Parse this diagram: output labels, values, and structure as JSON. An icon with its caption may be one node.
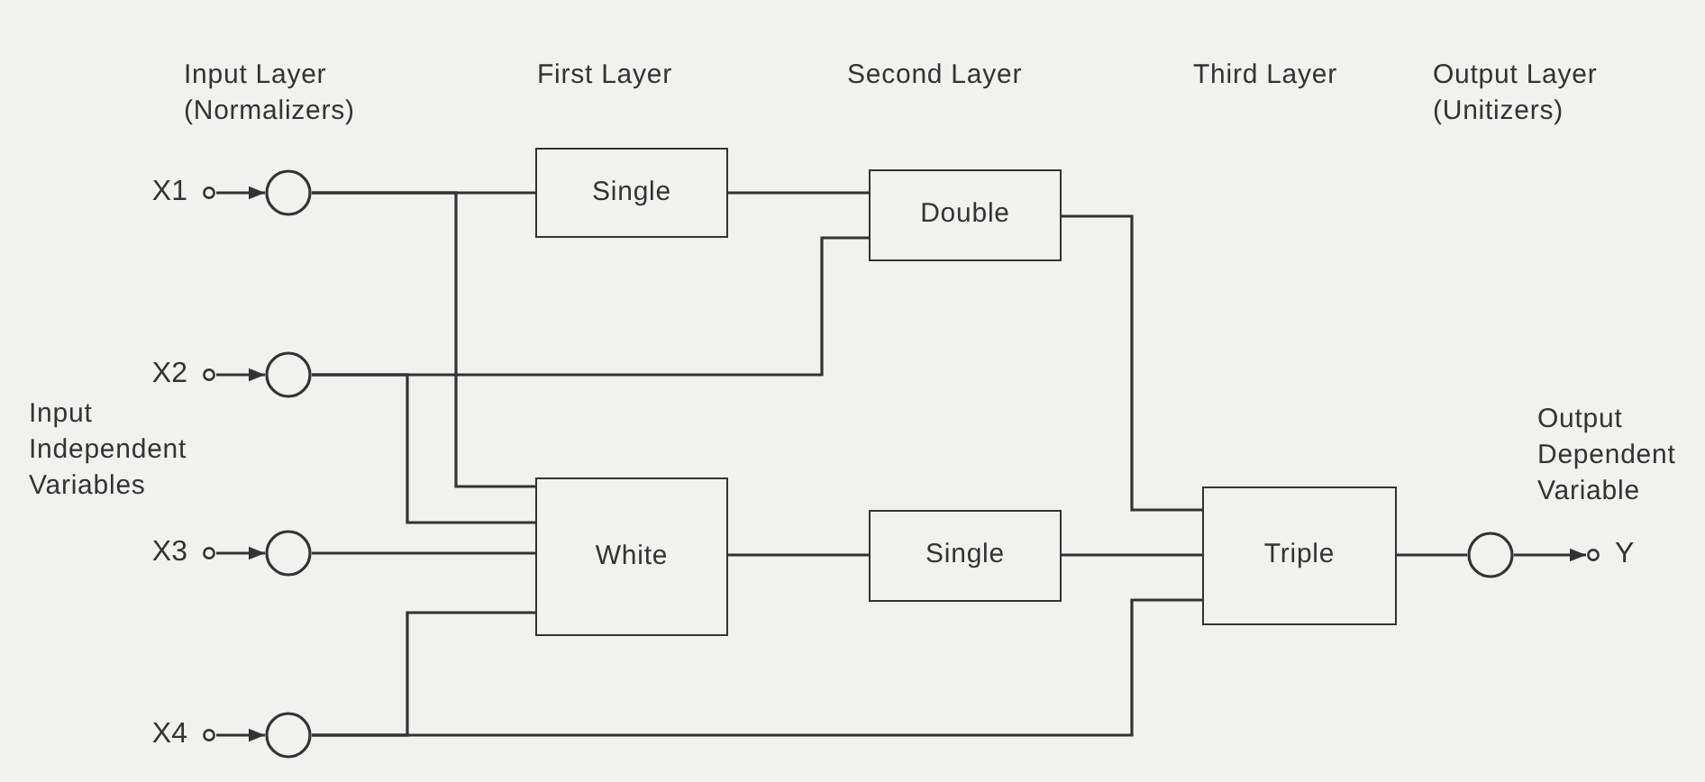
{
  "diagram": {
    "nodes": [
      {
        "text": [
          "X1"
        ]
      },
      {
        "text": [],
        "shape": "circle"
      },
      {
        "text": [
          "Single"
        ]
      },
      {
        "text": [
          "Double"
        ]
      },
      {
        "text": [
          "X2"
        ]
      },
      {
        "text": [],
        "shape": "circle"
      },
      {
        "text": [
          "X3"
        ]
      },
      {
        "text": [],
        "shape": "circle"
      },
      {
        "text": [
          "White"
        ]
      },
      {
        "text": [
          "Single"
        ]
      },
      {
        "text": [
          "Triple"
        ]
      },
      {
        "text": [],
        "shape": "circle"
      },
      {
        "text": [
          "Y"
        ]
      },
      {
        "text": [
          "X4"
        ]
      },
      {
        "text": [],
        "shape": "circle"
      }
    ],
    "edges": [
      {
        "from": 0,
        "to": 1,
        "arrow": "to"
      },
      {
        "from": 4,
        "to": 5,
        "arrow": "to"
      },
      {
        "from": 6,
        "to": 7,
        "arrow": "to"
      },
      {
        "from": 13,
        "to": 14,
        "arrow": "to"
      },
      {
        "from": 1,
        "to": 2,
        "arrow": "none"
      },
      {
        "from": 1,
        "to": 8,
        "arrow": "none"
      },
      {
        "from": 5,
        "to": 3,
        "arrow": "none"
      },
      {
        "from": 5,
        "to": 8,
        "arrow": "none"
      },
      {
        "from": 7,
        "to": 8,
        "arrow": "none"
      },
      {
        "from": 14,
        "to": 8,
        "arrow": "none"
      },
      {
        "from": 14,
        "to": 10,
        "arrow": "none"
      },
      {
        "from": 2,
        "to": 3,
        "arrow": "none"
      },
      {
        "from": 8,
        "to": 9,
        "arrow": "none"
      },
      {
        "from": 3,
        "to": 10,
        "arrow": "none"
      },
      {
        "from": 9,
        "to": 10,
        "arrow": "none"
      },
      {
        "from": 10,
        "to": 11,
        "arrow": "none"
      },
      {
        "from": 11,
        "to": 12,
        "arrow": "to"
      }
    ],
    "labels": [
      "Input Layer (Normalizers)",
      "First Layer",
      "Second Layer",
      "Third Layer",
      "Output Layer (Unitizers)",
      "Input Independent Variables",
      "Output Dependent Variable"
    ]
  }
}
